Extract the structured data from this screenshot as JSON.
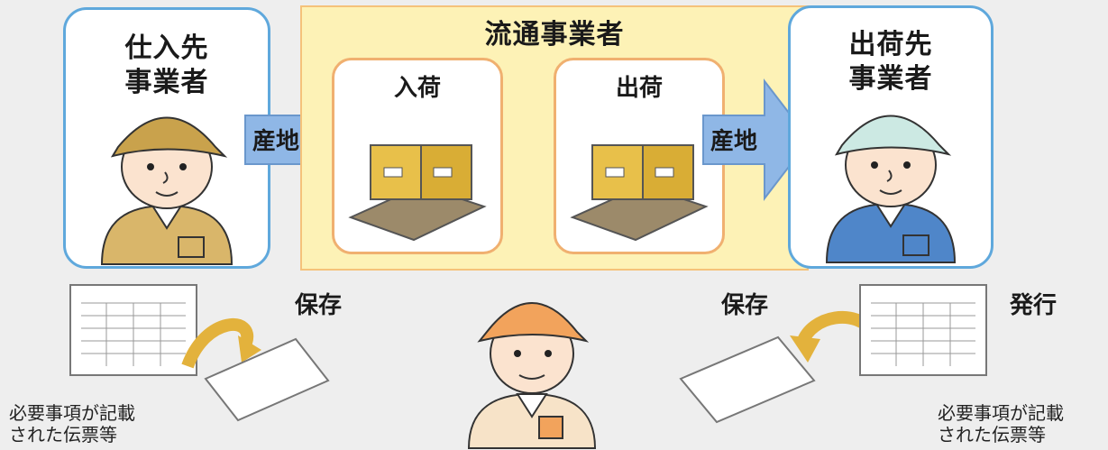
{
  "supplier": {
    "line1": "仕入先",
    "line2": "事業者"
  },
  "shipper": {
    "line1": "出荷先",
    "line2": "事業者"
  },
  "distributor": {
    "title": "流通事業者",
    "inbound": "入荷",
    "outbound": "出荷"
  },
  "arrows": {
    "left": "産地",
    "right": "産地"
  },
  "docs": {
    "store_left": "保存",
    "store_right": "保存",
    "issue": "発行",
    "note_left": {
      "line1": "必要事項が記載",
      "line2": "された伝票等"
    },
    "note_right": {
      "line1": "必要事項が記載",
      "line2": "された伝票等"
    }
  },
  "colors": {
    "blue_border": "#5fa8dc",
    "orange_border": "#f0b070",
    "yellow_fill": "#fdf2b6",
    "arrow_fill": "#8fb7e6",
    "box_fill": "#e8c04a",
    "pallet": "#9c8a6a"
  }
}
